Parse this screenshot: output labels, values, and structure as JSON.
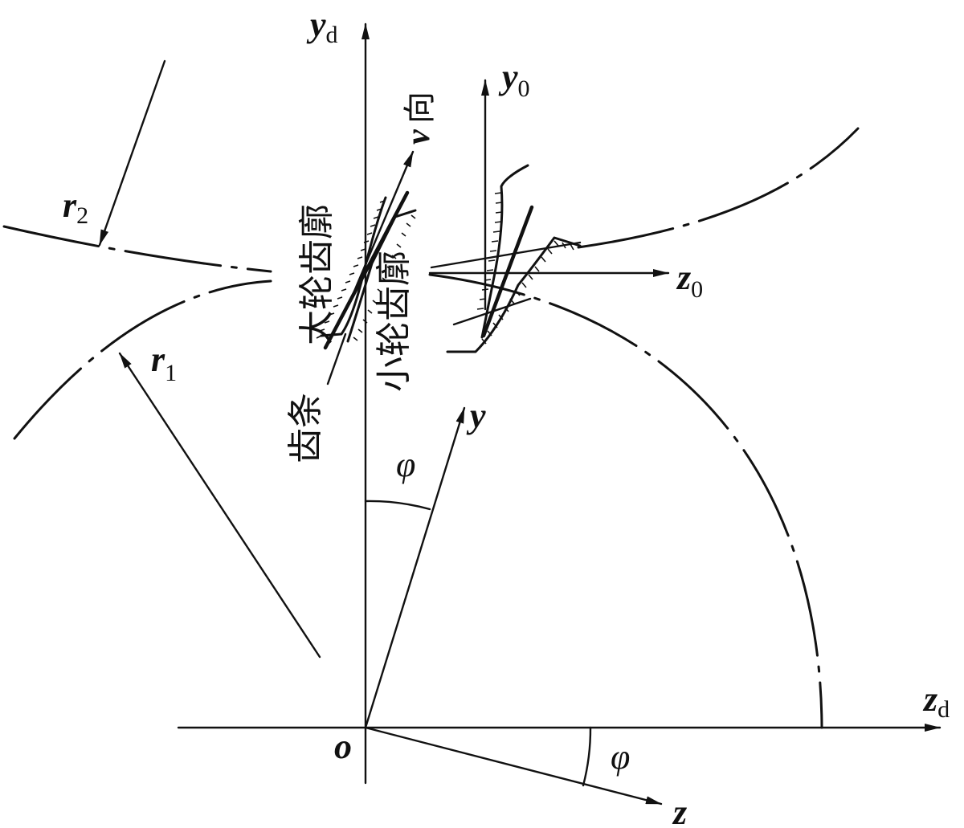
{
  "labels": {
    "axis_yd": "y",
    "axis_yd_sub": "d",
    "axis_zd": "z",
    "axis_zd_sub": "d",
    "axis_y0": "y",
    "axis_y0_sub": "0",
    "axis_z0": "z",
    "axis_z0_sub": "0",
    "axis_y": "y",
    "axis_z": "z",
    "origin": "o",
    "angle_top": "φ",
    "angle_bottom": "φ",
    "radius_1": "r",
    "radius_1_sub": "1",
    "radius_2": "r",
    "radius_2_sub": "2",
    "v_dir": "v",
    "v_dir_cn": "向",
    "big_gear_profile": "大轮齿廓",
    "small_gear_profile": "小轮齿廓",
    "rack": "齿条"
  }
}
